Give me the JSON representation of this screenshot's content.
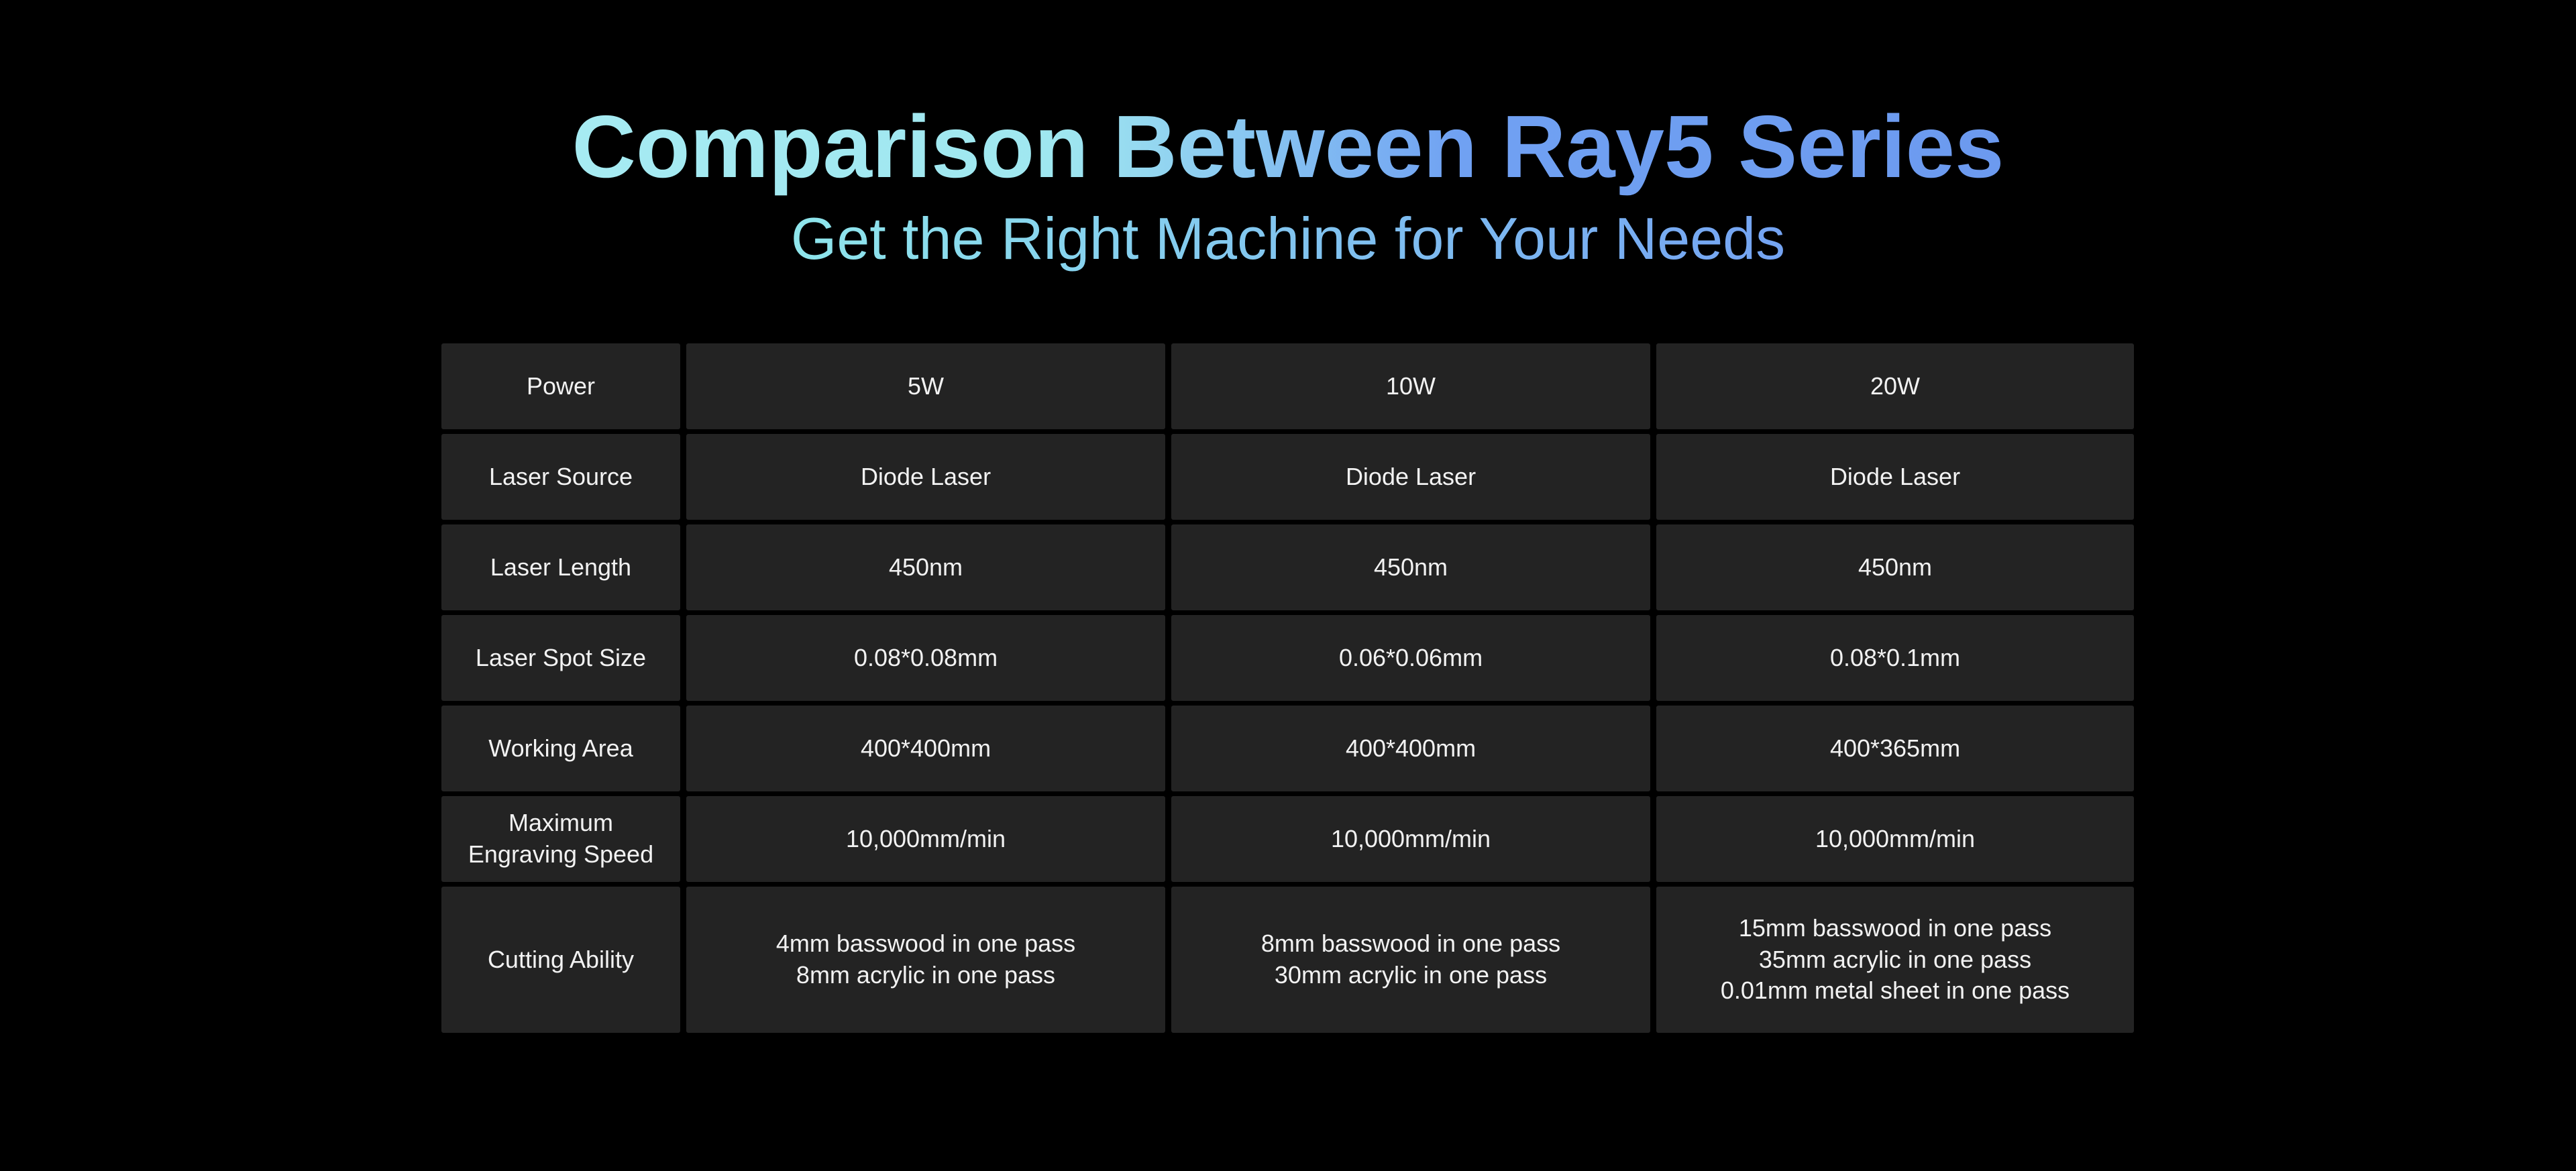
{
  "chart_data": {
    "type": "table",
    "title": "Comparison Between Ray5 Series",
    "subtitle": "Get the Right Machine for Your Needs",
    "rows": [
      [
        "Power",
        "5W",
        "10W",
        "20W"
      ],
      [
        "Laser Source",
        "Diode Laser",
        "Diode Laser",
        "Diode Laser"
      ],
      [
        "Laser Length",
        "450nm",
        "450nm",
        "450nm"
      ],
      [
        "Laser Spot Size",
        "0.08*0.08mm",
        "0.06*0.06mm",
        "0.08*0.1mm"
      ],
      [
        "Working Area",
        "400*400mm",
        "400*400mm",
        "400*365mm"
      ],
      [
        "Maximum\nEngraving Speed",
        "10,000mm/min",
        "10,000mm/min",
        "10,000mm/min"
      ],
      [
        "Cutting Ability",
        "4mm basswood in one pass\n8mm acrylic in one pass",
        "8mm basswood in one pass\n30mm acrylic in one pass",
        "15mm basswood in one pass\n35mm acrylic in one pass\n0.01mm metal sheet in one pass"
      ]
    ]
  },
  "colors": {
    "background": "#000000",
    "cell_background": "#232323",
    "cell_text": "#f2f2f2",
    "title_gradient_start": "#a6ebf2",
    "title_gradient_end": "#6c9aef",
    "subtitle_gradient_start": "#8fe6ec",
    "subtitle_gradient_end": "#74a3f2"
  }
}
